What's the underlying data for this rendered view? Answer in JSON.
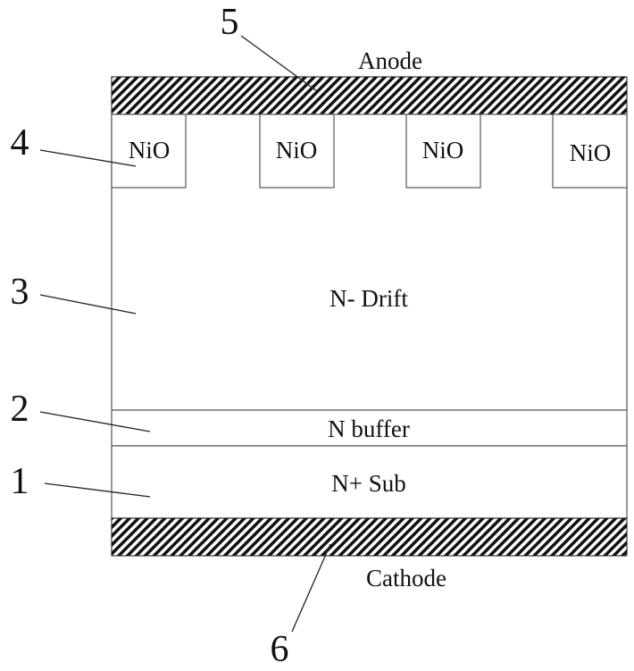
{
  "diagram": {
    "labels": {
      "anode": "Anode",
      "cathode": "Cathode",
      "nio": [
        "NiO",
        "NiO",
        "NiO",
        "NiO"
      ],
      "drift": "N- Drift",
      "buffer": "N buffer",
      "substrate": "N+ Sub"
    },
    "callouts": [
      "1",
      "2",
      "3",
      "4",
      "5",
      "6"
    ]
  }
}
